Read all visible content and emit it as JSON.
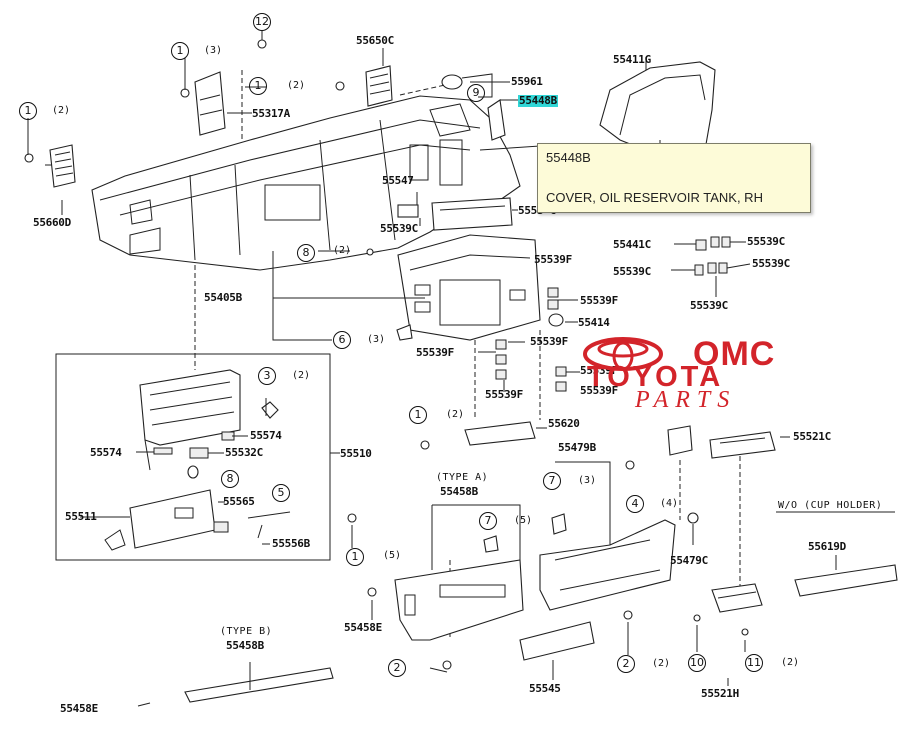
{
  "parts": {
    "p55650C": "55650C",
    "p55961": "55961",
    "p55448B": "55448B",
    "p55411G": "55411G",
    "p55317A": "55317A",
    "p55660D": "55660D",
    "p55547": "55547",
    "p55539C_a": "55539C",
    "p5553xC": "5553 C",
    "p55441C": "55441C",
    "p55539C_b": "55539C",
    "p55539C_c": "55539C",
    "p55539C_d": "55539C",
    "p55539C_e": "55539C",
    "p55405B": "55405B",
    "p55539F_a": "55539F",
    "p55539F_b": "55539F",
    "p55414": "55414",
    "p55539F_c": "55539F",
    "p55539F_d": "55539F",
    "p55539F_e": "55539F",
    "p55539F_f": "55539F",
    "p55539F_g": "55539F",
    "p55620": "55620",
    "p55510": "55510",
    "p55574_a": "55574",
    "p55574_b": "55574",
    "p55532C": "55532C",
    "p55511": "55511",
    "p55565": "55565",
    "p55556B": "55556B",
    "p55479B": "55479B",
    "p55458B": "55458B",
    "p55521C": "55521C",
    "p55479C": "55479C",
    "p55619D": "55619D",
    "p55458E_a": "55458E",
    "p55545": "55545",
    "p55521H": "55521H",
    "p55458B_b": "55458B",
    "p55458E_b": "55458E"
  },
  "callouts": {
    "c12": "12",
    "c1a": "1",
    "c1b": "1",
    "c1c": "1",
    "c9": "9",
    "c8a": "8",
    "c6": "6",
    "c3": "3",
    "c8b": "8",
    "c5": "5",
    "c1d": "1",
    "c7a": "7",
    "c7b": "7",
    "c4": "4",
    "c1e": "1",
    "c2a": "2",
    "c2b": "2",
    "c10": "10",
    "c11": "11"
  },
  "quantities": {
    "q_c1a": "(3)",
    "q_c1b": "(2)",
    "q_c1c": "(2)",
    "q_c8a": "(2)",
    "q_c6": "(3)",
    "q_c3": "(2)",
    "q_c1d": "(2)",
    "q_c7a": "(3)",
    "q_c7b": "(5)",
    "q_c4": "(4)",
    "q_c1e": "(5)",
    "q_c2a": "(2)",
    "q_c11": "(2)"
  },
  "notes": {
    "type_a": "(TYPE A)",
    "type_b": "(TYPE B)",
    "wo_cup": "W/O (CUP HOLDER)"
  },
  "tooltip": {
    "code": "55448B",
    "description": "COVER, OIL RESERVOIR TANK, RH"
  },
  "watermark": {
    "line1": "OMC",
    "line2": "TOYOTA",
    "line3": "PARTS"
  },
  "colors": {
    "highlight": "#31d6d6",
    "tooltip_bg": "#fdfbd8",
    "watermark": "#d3242a"
  }
}
